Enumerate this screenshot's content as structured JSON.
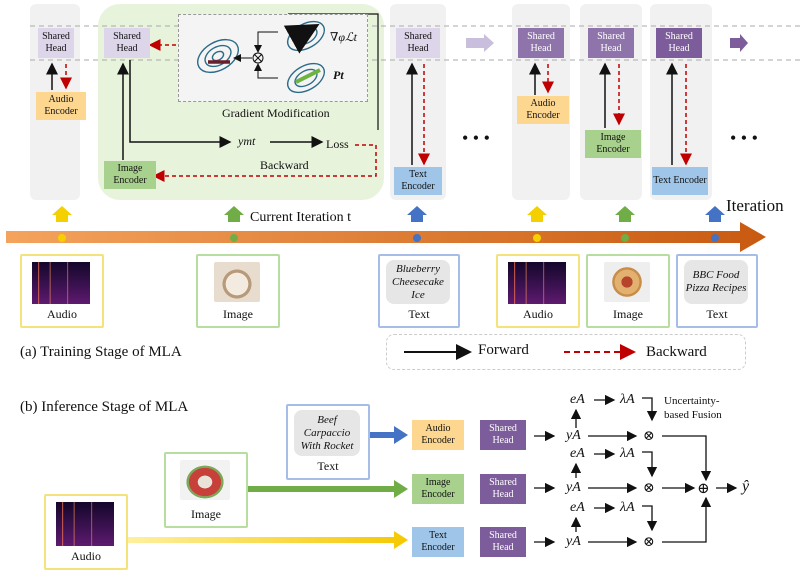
{
  "shared_head": "Shared Head",
  "encoders": {
    "audio": "Audio Encoder",
    "image": "Image Encoder",
    "text": "Text Encoder"
  },
  "training": {
    "gradient_modification": "Gradient Modification",
    "grad_symbol": "∇φℒt",
    "p_symbol": "Pt",
    "ymt": "ymt",
    "loss": "Loss",
    "backward": "Backward",
    "current_iteration": "Current Iteration t",
    "iteration": "Iteration",
    "dots": "• • •",
    "modality_labels": [
      "Audio",
      "Image",
      "Text",
      "Audio",
      "Image",
      "Text"
    ],
    "text_samples": [
      "Blueberry Cheesecake Ice",
      "BBC Food Pizza Recipes"
    ],
    "caption": "(a) Training Stage of MLA"
  },
  "legend": {
    "forward": "Forward",
    "backward": "Backward"
  },
  "inference": {
    "caption": "(b) Inference Stage of MLA",
    "text_sample": "Beef Carpaccio With Rocket",
    "text_label": "Text",
    "image_label": "Image",
    "audio_label": "Audio",
    "e": "eA",
    "y": "yA",
    "lambda": "λA",
    "fusion": "Uncertainty-based Fusion",
    "output": "ŷ",
    "otimes": "⊗",
    "oplus": "⊕"
  },
  "colors": {
    "audio": "#f5d000",
    "image": "#70ad47",
    "text": "#4472c4",
    "purple": "#7c5c9a",
    "red": "#c00000",
    "timeline_start": "#f4a35d",
    "timeline_end": "#c85a10"
  }
}
